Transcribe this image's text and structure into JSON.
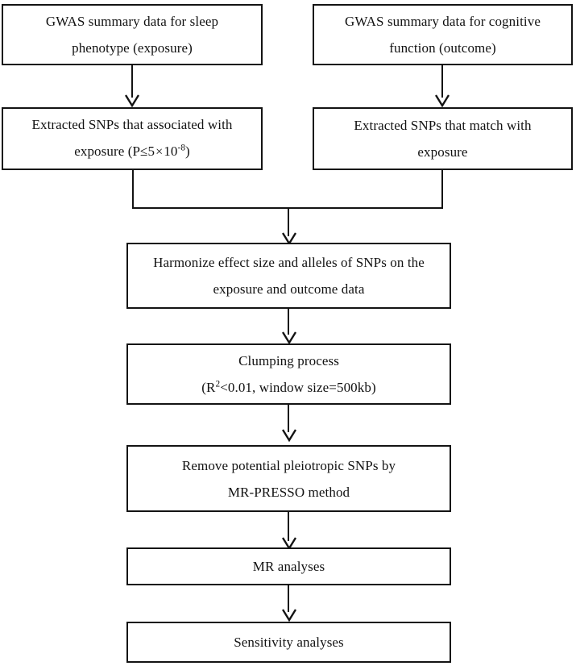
{
  "diagram": {
    "title": "Mendelian randomization study workflow",
    "type": "flowchart",
    "orientation": "top-to-bottom",
    "background_color": "#ffffff",
    "line_color": "#131313",
    "text_color": "#121212"
  },
  "nodes": [
    {
      "id": "gwas-exposure",
      "lines": [
        "GWAS summary data for sleep",
        "phenotype (exposure)"
      ],
      "column": "left",
      "row": 1
    },
    {
      "id": "gwas-outcome",
      "lines": [
        "GWAS summary data for cognitive",
        "function (outcome)"
      ],
      "column": "right",
      "row": 1
    },
    {
      "id": "extract-exposure-snps",
      "lines": [
        "Extracted SNPs that associated with",
        "exposure (P≤5×10⁻⁸)"
      ],
      "column": "left",
      "row": 2
    },
    {
      "id": "extract-matching-snps",
      "lines": [
        "Extracted SNPs that match with",
        "exposure"
      ],
      "column": "right",
      "row": 2
    },
    {
      "id": "harmonize",
      "lines": [
        "Harmonize effect size and alleles of SNPs on the",
        "exposure and outcome data"
      ],
      "column": "center",
      "row": 3
    },
    {
      "id": "clumping",
      "lines": [
        "Clumping process",
        "(R²<0.01, window size=500kb)"
      ],
      "column": "center",
      "row": 4
    },
    {
      "id": "remove-pleiotropic",
      "lines": [
        "Remove potential pleiotropic SNPs by",
        "MR-PRESSO method"
      ],
      "column": "center",
      "row": 5
    },
    {
      "id": "mr-analyses",
      "lines": [
        "MR analyses"
      ],
      "column": "center",
      "row": 6
    },
    {
      "id": "sensitivity-analyses",
      "lines": [
        "Sensitivity analyses"
      ],
      "column": "center",
      "row": 7
    }
  ],
  "node_text": {
    "gwas_exposure_l1": "GWAS summary data for sleep",
    "gwas_exposure_l2": "phenotype (exposure)",
    "gwas_outcome_l1": "GWAS summary data for cognitive",
    "gwas_outcome_l2": "function (outcome)",
    "extract_exposure_l1": "Extracted SNPs that associated with",
    "extract_exposure_l2_pre": "exposure (P≤5",
    "extract_exposure_l2_times": "×",
    "extract_exposure_l2_base": "10",
    "extract_exposure_l2_sup": "-8",
    "extract_exposure_l2_post": ")",
    "extract_match_l1": "Extracted SNPs that match with",
    "extract_match_l2": "exposure",
    "harmonize_l1": "Harmonize effect size and alleles of SNPs on the",
    "harmonize_l2": "exposure and outcome data",
    "clumping_l1": "Clumping process",
    "clumping_l2_pre": "(R",
    "clumping_l2_sup": "2",
    "clumping_l2_post": "<0.01, window size=500kb)",
    "remove_pleiotropic_l1": "Remove potential pleiotropic SNPs by",
    "remove_pleiotropic_l2": "MR-PRESSO method",
    "mr_analyses": "MR analyses",
    "sensitivity_analyses": "Sensitivity analyses"
  },
  "edges": [
    {
      "id": "edge-gwas-exposure-to-extract",
      "from": "gwas-exposure",
      "to": "extract-exposure-snps",
      "kind": "arrow-down"
    },
    {
      "id": "edge-gwas-outcome-to-match",
      "from": "gwas-outcome",
      "to": "extract-matching-snps",
      "kind": "arrow-down"
    },
    {
      "id": "edge-merge-left",
      "from": "extract-exposure-snps",
      "to": "harmonize",
      "kind": "elbow-merge"
    },
    {
      "id": "edge-merge-right",
      "from": "extract-matching-snps",
      "to": "harmonize",
      "kind": "elbow-merge"
    },
    {
      "id": "edge-merge-to-harmonize",
      "from": "merge-junction",
      "to": "harmonize",
      "kind": "arrow-down"
    },
    {
      "id": "edge-harmonize-to-clumping",
      "from": "harmonize",
      "to": "clumping",
      "kind": "arrow-down"
    },
    {
      "id": "edge-clumping-to-remove",
      "from": "clumping",
      "to": "remove-pleiotropic",
      "kind": "arrow-down"
    },
    {
      "id": "edge-remove-to-mr",
      "from": "remove-pleiotropic",
      "to": "mr-analyses",
      "kind": "arrow-down"
    },
    {
      "id": "edge-mr-to-sensitivity",
      "from": "mr-analyses",
      "to": "sensitivity-analyses",
      "kind": "arrow-down"
    }
  ]
}
